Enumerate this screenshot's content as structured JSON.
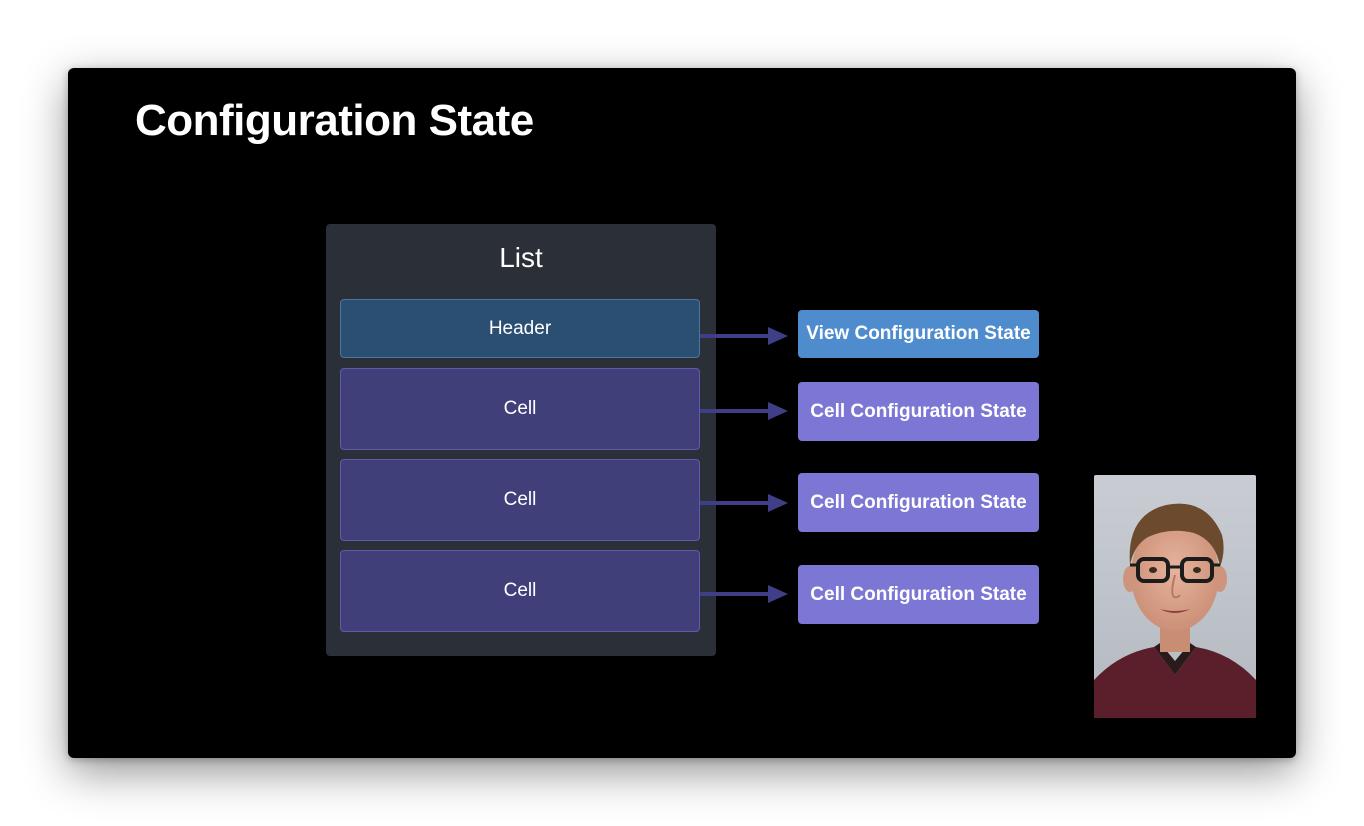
{
  "slide": {
    "title": "Configuration State"
  },
  "list": {
    "title": "List",
    "rows": [
      {
        "label": "Header",
        "kind": "header"
      },
      {
        "label": "Cell",
        "kind": "cell"
      },
      {
        "label": "Cell",
        "kind": "cell"
      },
      {
        "label": "Cell",
        "kind": "cell"
      }
    ]
  },
  "states": [
    {
      "label": "View Configuration State",
      "kind": "view"
    },
    {
      "label": "Cell Configuration State",
      "kind": "cell"
    },
    {
      "label": "Cell Configuration State",
      "kind": "cell"
    },
    {
      "label": "Cell Configuration State",
      "kind": "cell"
    }
  ],
  "colors": {
    "background": "#000000",
    "list_panel": "#2b2f38",
    "header_row": "#2b4f72",
    "cell_row": "#403f7a",
    "view_state": "#4f8ccd",
    "cell_state": "#7c76d4",
    "arrow": "#3f3e86"
  },
  "icons": {
    "arrow": "arrow-right-icon"
  },
  "presenter": {
    "description_icon": "presenter-video-icon"
  }
}
